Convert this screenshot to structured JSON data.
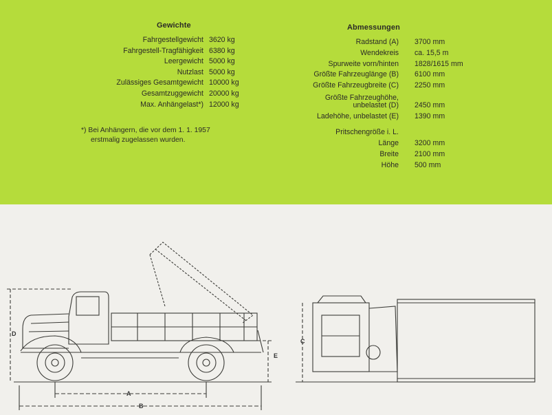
{
  "weights": {
    "heading": "Gewichte",
    "rows": [
      {
        "label": "Fahrgestellgewicht",
        "value": "3620 kg"
      },
      {
        "label": "Fahrgestell-Tragfähigkeit",
        "value": "6380 kg"
      },
      {
        "label": "Leergewicht",
        "value": "5000 kg"
      },
      {
        "label": "Nutzlast",
        "value": "5000 kg"
      },
      {
        "label": "Zulässiges Gesamtgewicht",
        "value": "10000 kg"
      },
      {
        "label": "Gesamtzuggewicht",
        "value": "20000 kg"
      },
      {
        "label": "Max. Anhängelast*)",
        "value": "12000 kg"
      }
    ],
    "footnote_line1": "*) Bei Anhängern, die vor dem 1. 1. 1957",
    "footnote_line2": "erstmalig zugelassen wurden."
  },
  "dimensions": {
    "heading": "Abmessungen",
    "rows": [
      {
        "label": "Radstand (A)",
        "value": "3700 mm"
      },
      {
        "label": "Wendekreis",
        "value": "ca. 15,5 m"
      },
      {
        "label": "Spurweite vorn/hinten",
        "value": "1828/1615 mm"
      },
      {
        "label": "Größte Fahrzeuglänge (B)",
        "value": "6100 mm"
      },
      {
        "label": "Größte Fahrzeugbreite (C)",
        "value": "2250 mm"
      },
      {
        "label": "Größte Fahrzeughöhe,",
        "value": ""
      },
      {
        "label": "unbelastet (D)",
        "value": "2450 mm"
      },
      {
        "label": "Ladehöhe, unbelastet (E)",
        "value": "1390 mm"
      },
      {
        "label": "",
        "value": ""
      },
      {
        "label": "Pritschengröße i. L.",
        "value": ""
      },
      {
        "label": "Länge",
        "value": "3200 mm"
      },
      {
        "label": "Breite",
        "value": "2100 mm"
      },
      {
        "label": "Höhe",
        "value": "500 mm"
      }
    ]
  },
  "drawing": {
    "labels": {
      "A": "A",
      "B": "B",
      "C": "C",
      "D": "D",
      "E": "E"
    }
  },
  "colors": {
    "panel_green": "#b5dc3b",
    "paper": "#f1f0ec",
    "ink": "#2a2a26"
  }
}
